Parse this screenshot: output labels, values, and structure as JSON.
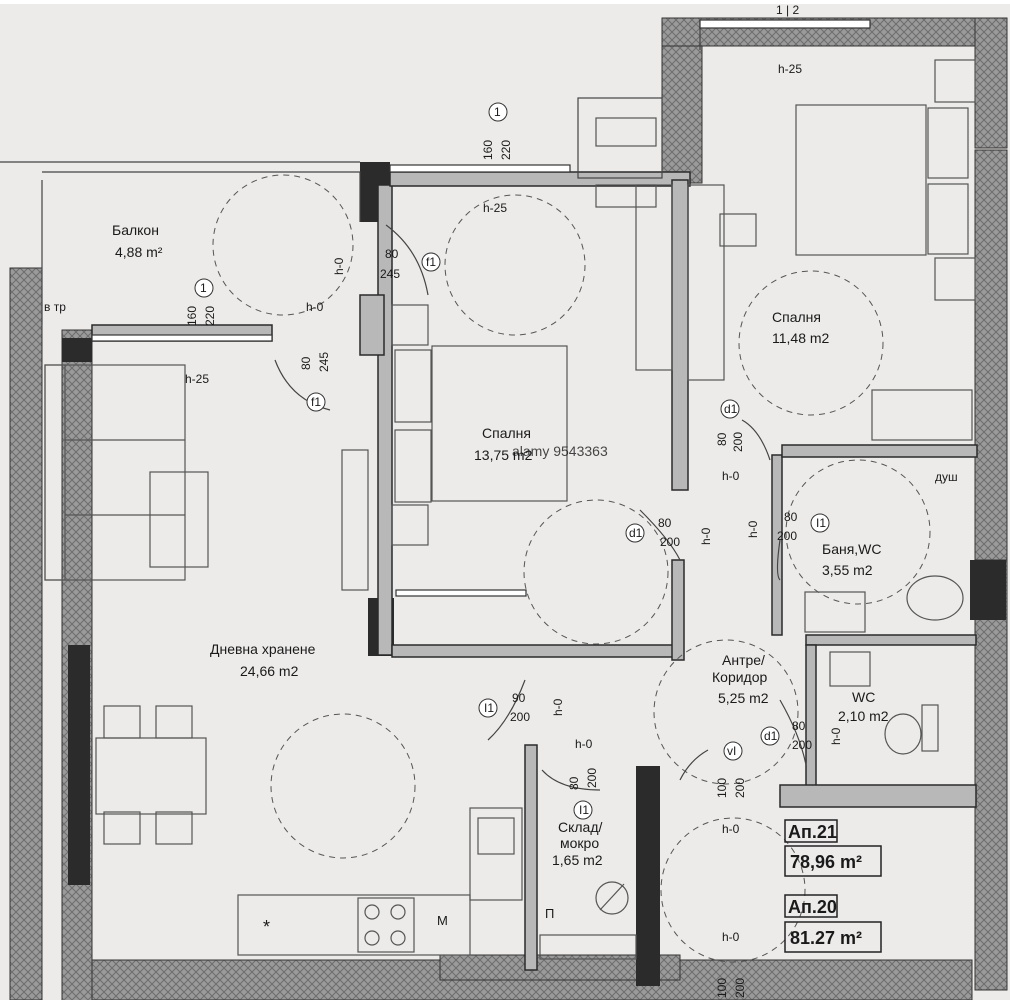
{
  "rooms": [
    {
      "name": "Балкон",
      "area": "4,88 m²"
    },
    {
      "name": "Спалня",
      "area": "13,75 m2"
    },
    {
      "name": "Спалня",
      "area": "11,48 m2"
    },
    {
      "name": "Дневна хранене",
      "area": "24,66 m2"
    },
    {
      "name": "Баня,WC",
      "area": "3,55 m2"
    },
    {
      "name": "Антре/",
      "name2": "Коридор",
      "area": "5,25 m2"
    },
    {
      "name": "WC",
      "area": "2,10 m2"
    },
    {
      "name": "Склад/",
      "name2": "мокро",
      "area": "1,65 m2"
    }
  ],
  "apartments": [
    {
      "label": "Ап.21",
      "area": "78,96 m²"
    },
    {
      "label": "Ап.20",
      "area": "81.27 m²"
    }
  ],
  "watermark": "alamy 9543363",
  "annotations": {
    "h25": "h-25",
    "h0": "h-0",
    "w160": "160",
    "h220": "220",
    "w80": "80",
    "h245": "245",
    "w90": "90",
    "h200": "200",
    "w100": "100",
    "tag1": "1",
    "tagF1": "f1",
    "tagD1": "d1",
    "tagI1": "I1",
    "tagVI": "vI",
    "tagTR": "в тр",
    "dush": "душ",
    "star": "*",
    "m": "M",
    "p": "П",
    "top_num": "1 | 2"
  }
}
